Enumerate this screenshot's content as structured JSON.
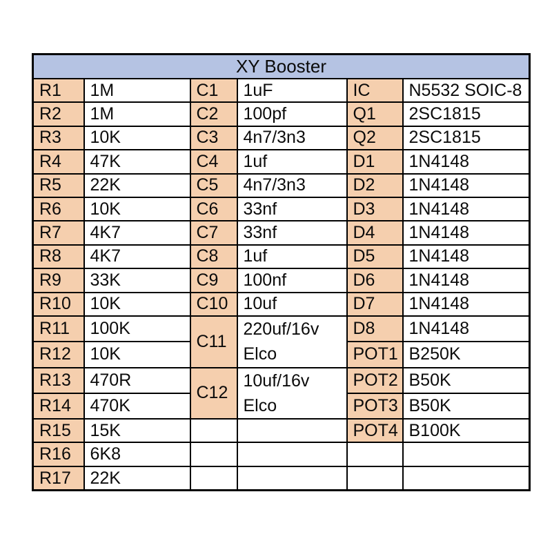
{
  "table": {
    "title": "XY Booster",
    "colors": {
      "header_bg": "#b5c3e3",
      "label_bg": "#f5cfae",
      "cell_bg": "#ffffff",
      "border": "#000000",
      "text": "#0b0b0b"
    },
    "rows": [
      [
        {
          "text": "R1",
          "type": "label"
        },
        {
          "text": "1M",
          "type": "value"
        },
        {
          "text": "C1",
          "type": "label"
        },
        {
          "text": "1uF",
          "type": "value"
        },
        {
          "text": "IC",
          "type": "label"
        },
        {
          "text": "N5532 SOIC-8",
          "type": "value"
        }
      ],
      [
        {
          "text": "R2",
          "type": "label"
        },
        {
          "text": "1M",
          "type": "value"
        },
        {
          "text": "C2",
          "type": "label"
        },
        {
          "text": "100pf",
          "type": "value"
        },
        {
          "text": "Q1",
          "type": "label"
        },
        {
          "text": "2SC1815",
          "type": "value"
        }
      ],
      [
        {
          "text": "R3",
          "type": "label"
        },
        {
          "text": "10K",
          "type": "value"
        },
        {
          "text": "C3",
          "type": "label"
        },
        {
          "text": "4n7/3n3",
          "type": "value"
        },
        {
          "text": "Q2",
          "type": "label"
        },
        {
          "text": "2SC1815",
          "type": "value"
        }
      ],
      [
        {
          "text": "R4",
          "type": "label"
        },
        {
          "text": "47K",
          "type": "value"
        },
        {
          "text": "C4",
          "type": "label"
        },
        {
          "text": "1uf",
          "type": "value"
        },
        {
          "text": "D1",
          "type": "label"
        },
        {
          "text": "1N4148",
          "type": "value"
        }
      ],
      [
        {
          "text": "R5",
          "type": "label"
        },
        {
          "text": "22K",
          "type": "value"
        },
        {
          "text": "C5",
          "type": "label"
        },
        {
          "text": "4n7/3n3",
          "type": "value"
        },
        {
          "text": "D2",
          "type": "label"
        },
        {
          "text": "1N4148",
          "type": "value"
        }
      ],
      [
        {
          "text": "R6",
          "type": "label"
        },
        {
          "text": "10K",
          "type": "value"
        },
        {
          "text": "C6",
          "type": "label"
        },
        {
          "text": "33nf",
          "type": "value"
        },
        {
          "text": "D3",
          "type": "label"
        },
        {
          "text": "1N4148",
          "type": "value"
        }
      ],
      [
        {
          "text": "R7",
          "type": "label"
        },
        {
          "text": "4K7",
          "type": "value"
        },
        {
          "text": "C7",
          "type": "label"
        },
        {
          "text": "33nf",
          "type": "value"
        },
        {
          "text": "D4",
          "type": "label"
        },
        {
          "text": "1N4148",
          "type": "value"
        }
      ],
      [
        {
          "text": "R8",
          "type": "label"
        },
        {
          "text": "4K7",
          "type": "value"
        },
        {
          "text": "C8",
          "type": "label"
        },
        {
          "text": "1uf",
          "type": "value"
        },
        {
          "text": "D5",
          "type": "label"
        },
        {
          "text": "1N4148",
          "type": "value"
        }
      ],
      [
        {
          "text": "R9",
          "type": "label"
        },
        {
          "text": "33K",
          "type": "value"
        },
        {
          "text": "C9",
          "type": "label"
        },
        {
          "text": "100nf",
          "type": "value"
        },
        {
          "text": "D6",
          "type": "label"
        },
        {
          "text": "1N4148",
          "type": "value"
        }
      ],
      [
        {
          "text": "R10",
          "type": "label"
        },
        {
          "text": "10K",
          "type": "value"
        },
        {
          "text": "C10",
          "type": "label"
        },
        {
          "text": "10uf",
          "type": "value"
        },
        {
          "text": "D7",
          "type": "label"
        },
        {
          "text": "1N4148",
          "type": "value"
        }
      ],
      [
        {
          "text": "R11",
          "type": "label"
        },
        {
          "text": "100K",
          "type": "value"
        },
        {
          "text": "C11",
          "type": "label",
          "rowspan": 2
        },
        {
          "lines": [
            "220uf/16v",
            "Elco"
          ],
          "type": "value",
          "rowspan": 2
        },
        {
          "text": "D8",
          "type": "label"
        },
        {
          "text": "1N4148",
          "type": "value"
        }
      ],
      [
        {
          "text": "R12",
          "type": "label"
        },
        {
          "text": "10K",
          "type": "value"
        },
        null,
        null,
        {
          "text": "POT1",
          "type": "label"
        },
        {
          "text": "B250K",
          "type": "value"
        }
      ],
      [
        {
          "text": "R13",
          "type": "label"
        },
        {
          "text": "470R",
          "type": "value"
        },
        {
          "text": "C12",
          "type": "label",
          "rowspan": 2
        },
        {
          "lines": [
            "10uf/16v",
            "Elco"
          ],
          "type": "value",
          "rowspan": 2
        },
        {
          "text": "POT2",
          "type": "label"
        },
        {
          "text": "B50K",
          "type": "value"
        }
      ],
      [
        {
          "text": "R14",
          "type": "label"
        },
        {
          "text": "470K",
          "type": "value"
        },
        null,
        null,
        {
          "text": "POT3",
          "type": "label"
        },
        {
          "text": "B50K",
          "type": "value"
        }
      ],
      [
        {
          "text": "R15",
          "type": "label"
        },
        {
          "text": "15K",
          "type": "value"
        },
        {
          "text": "",
          "type": "empty"
        },
        {
          "text": "",
          "type": "empty"
        },
        {
          "text": "POT4",
          "type": "label"
        },
        {
          "text": "B100K",
          "type": "value"
        }
      ],
      [
        {
          "text": "R16",
          "type": "label"
        },
        {
          "text": "6K8",
          "type": "value"
        },
        {
          "text": "",
          "type": "empty"
        },
        {
          "text": "",
          "type": "empty"
        },
        {
          "text": "",
          "type": "empty"
        },
        {
          "text": "",
          "type": "empty"
        }
      ],
      [
        {
          "text": "R17",
          "type": "label"
        },
        {
          "text": "22K",
          "type": "value"
        },
        {
          "text": "",
          "type": "empty"
        },
        {
          "text": "",
          "type": "empty"
        },
        {
          "text": "",
          "type": "empty"
        },
        {
          "text": "",
          "type": "empty"
        }
      ]
    ]
  }
}
